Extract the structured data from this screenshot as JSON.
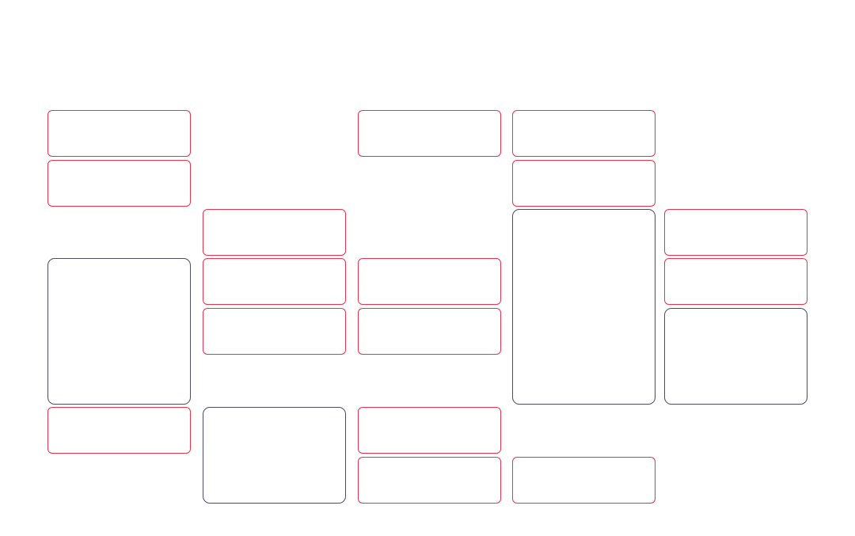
{
  "colors": {
    "background": "#ffffff",
    "card_border_red": "#e8344e",
    "card_border_dark": "#4a4a63"
  },
  "board": {
    "columns": [
      {
        "cards": [
          {
            "kind": "red"
          },
          {
            "kind": "red"
          },
          {
            "kind": "dark"
          },
          {
            "kind": "red"
          }
        ]
      },
      {
        "cards": [
          {
            "kind": "red"
          },
          {
            "kind": "red"
          },
          {
            "kind": "red"
          },
          {
            "kind": "dark"
          }
        ]
      },
      {
        "cards": [
          {
            "kind": "red"
          },
          {
            "kind": "red"
          },
          {
            "kind": "red"
          },
          {
            "kind": "red"
          },
          {
            "kind": "red"
          }
        ]
      },
      {
        "cards": [
          {
            "kind": "red"
          },
          {
            "kind": "red"
          },
          {
            "kind": "dark"
          },
          {
            "kind": "red"
          }
        ]
      },
      {
        "cards": [
          {
            "kind": "red"
          },
          {
            "kind": "red"
          },
          {
            "kind": "dark"
          }
        ]
      }
    ]
  }
}
